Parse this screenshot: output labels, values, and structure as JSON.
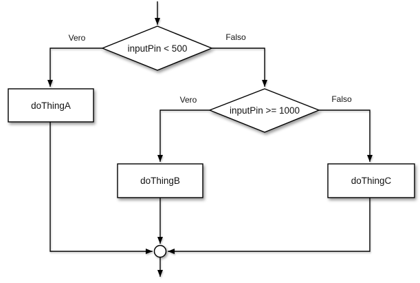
{
  "flowchart": {
    "decision1": {
      "condition": "inputPin < 500",
      "branch_true_label": "Vero",
      "branch_false_label": "Falso"
    },
    "decision2": {
      "condition": "inputPin >= 1000",
      "branch_true_label": "Vero",
      "branch_false_label": "Falso"
    },
    "process_a": {
      "label": "doThingA"
    },
    "process_b": {
      "label": "doThingB"
    },
    "process_c": {
      "label": "doThingC"
    },
    "icons": {
      "arrowhead": "solid-triangle-arrow",
      "junction": "merge-connector-circle"
    },
    "colors": {
      "background": "#ffffff",
      "shape_fill": "#ffffff",
      "line": "#000000",
      "text": "#111111"
    }
  }
}
